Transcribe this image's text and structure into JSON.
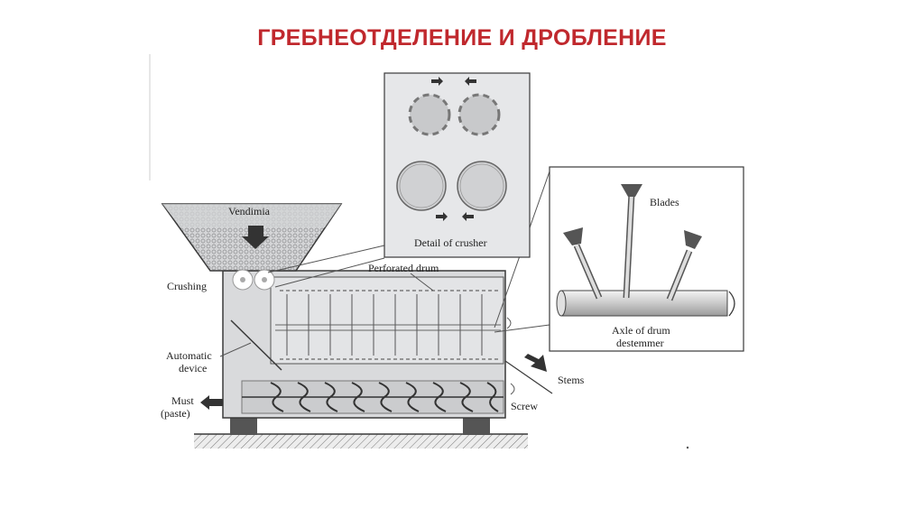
{
  "title": "ГРЕБНЕОТДЕЛЕНИЕ И ДРОБЛЕНИЕ",
  "labels": {
    "vendimia": "Vendimia",
    "crushing": "Crushing",
    "perforated_drum": "Perforated drum",
    "automatic_device_1": "Automatic",
    "automatic_device_2": "device",
    "must_1": "Must",
    "must_2": "(paste)",
    "stems": "Stems",
    "screw": "Screw",
    "detail_of_crusher": "Detail of crusher",
    "blades": "Blades",
    "axle_1": "Axle of drum",
    "axle_2": "destemmer"
  },
  "colors": {
    "title": "#c0282d",
    "machine_fill": "#d9dadc",
    "inset_bg": "#e6e7e9",
    "line": "#3a3a3a"
  }
}
